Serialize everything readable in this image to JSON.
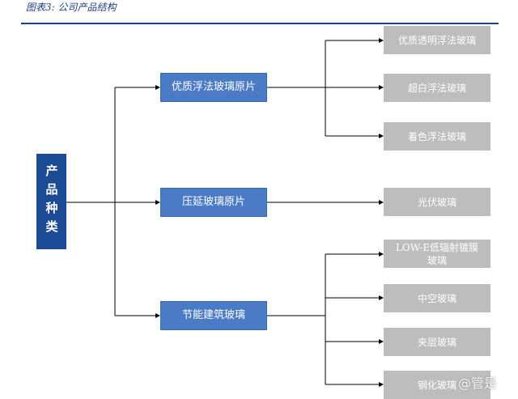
{
  "title": "图表3: 公司产品结构",
  "root": "产品种类",
  "categories": [
    {
      "label": "优质浮法玻璃原片",
      "children": [
        "优质透明浮法玻璃",
        "超白浮法玻璃",
        "着色浮法玻璃"
      ]
    },
    {
      "label": "压延玻璃原片",
      "children": [
        "光伏玻璃"
      ]
    },
    {
      "label": "节能建筑玻璃",
      "children": [
        "LOW-E低辐射镀膜玻璃",
        "中空玻璃",
        "夹层玻璃",
        "钢化玻璃"
      ]
    }
  ],
  "watermark": "@管是"
}
